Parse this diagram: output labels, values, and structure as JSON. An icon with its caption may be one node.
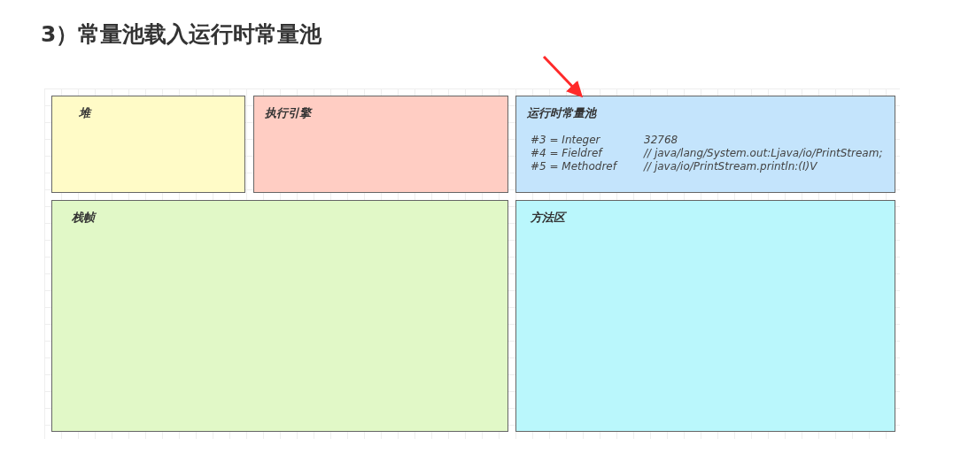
{
  "diagram": {
    "title": "3）常量池载入运行时常量池",
    "nodes": [
      {
        "text": [
          "堆"
        ]
      },
      {
        "text": [
          "执行引擎"
        ]
      },
      {
        "text": [
          "运行时常量池",
          "#3 = Integer",
          "32768",
          "#4 = Fieldref",
          "// java/lang/System.out:Ljava/io/PrintStream;",
          "#5 = Methodref",
          "// java/io/PrintStream.println:(I)V"
        ]
      },
      {
        "text": [
          "栈帧"
        ]
      },
      {
        "text": [
          "方法区"
        ]
      }
    ],
    "edges": [
      {
        "from": null,
        "to": 2,
        "arrow": "to",
        "color": "#ff2a2a"
      }
    ]
  }
}
